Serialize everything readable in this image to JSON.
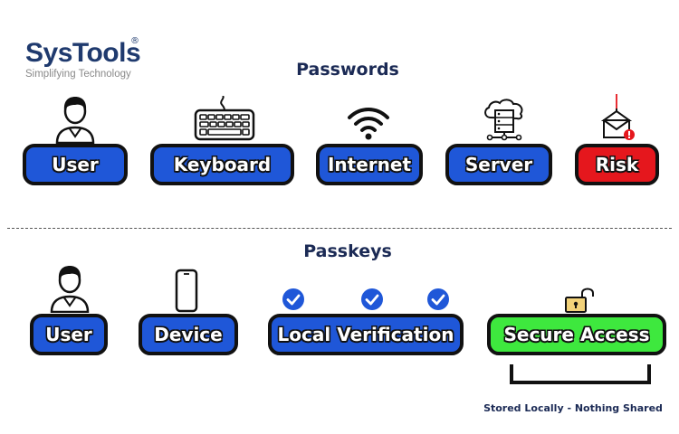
{
  "logo": {
    "name": "SysTools",
    "registered": "®",
    "tagline": "Simplifying Technology"
  },
  "passwords": {
    "heading": "Passwords",
    "steps": [
      {
        "label": "User",
        "icon": "user-icon"
      },
      {
        "label": "Keyboard",
        "icon": "keyboard-icon"
      },
      {
        "label": "Internet",
        "icon": "wifi-icon"
      },
      {
        "label": "Server",
        "icon": "server-cloud-icon"
      },
      {
        "label": "Risk",
        "icon": "phishing-envelope-icon"
      }
    ]
  },
  "passkeys": {
    "heading": "Passkeys",
    "steps": [
      {
        "label": "User",
        "icon": "user-icon"
      },
      {
        "label": "Device",
        "icon": "smartphone-icon"
      },
      {
        "label": "Local Verification",
        "icon": "checkmark-icon"
      },
      {
        "label": "Secure Access",
        "icon": "unlocked-padlock-icon"
      }
    ],
    "note": "Stored Locally - Nothing Shared"
  },
  "colors": {
    "blue": "#1f57d8",
    "red": "#e5171d",
    "green": "#3ee83e",
    "navy": "#1b2a55",
    "check": "#1f57d8"
  }
}
